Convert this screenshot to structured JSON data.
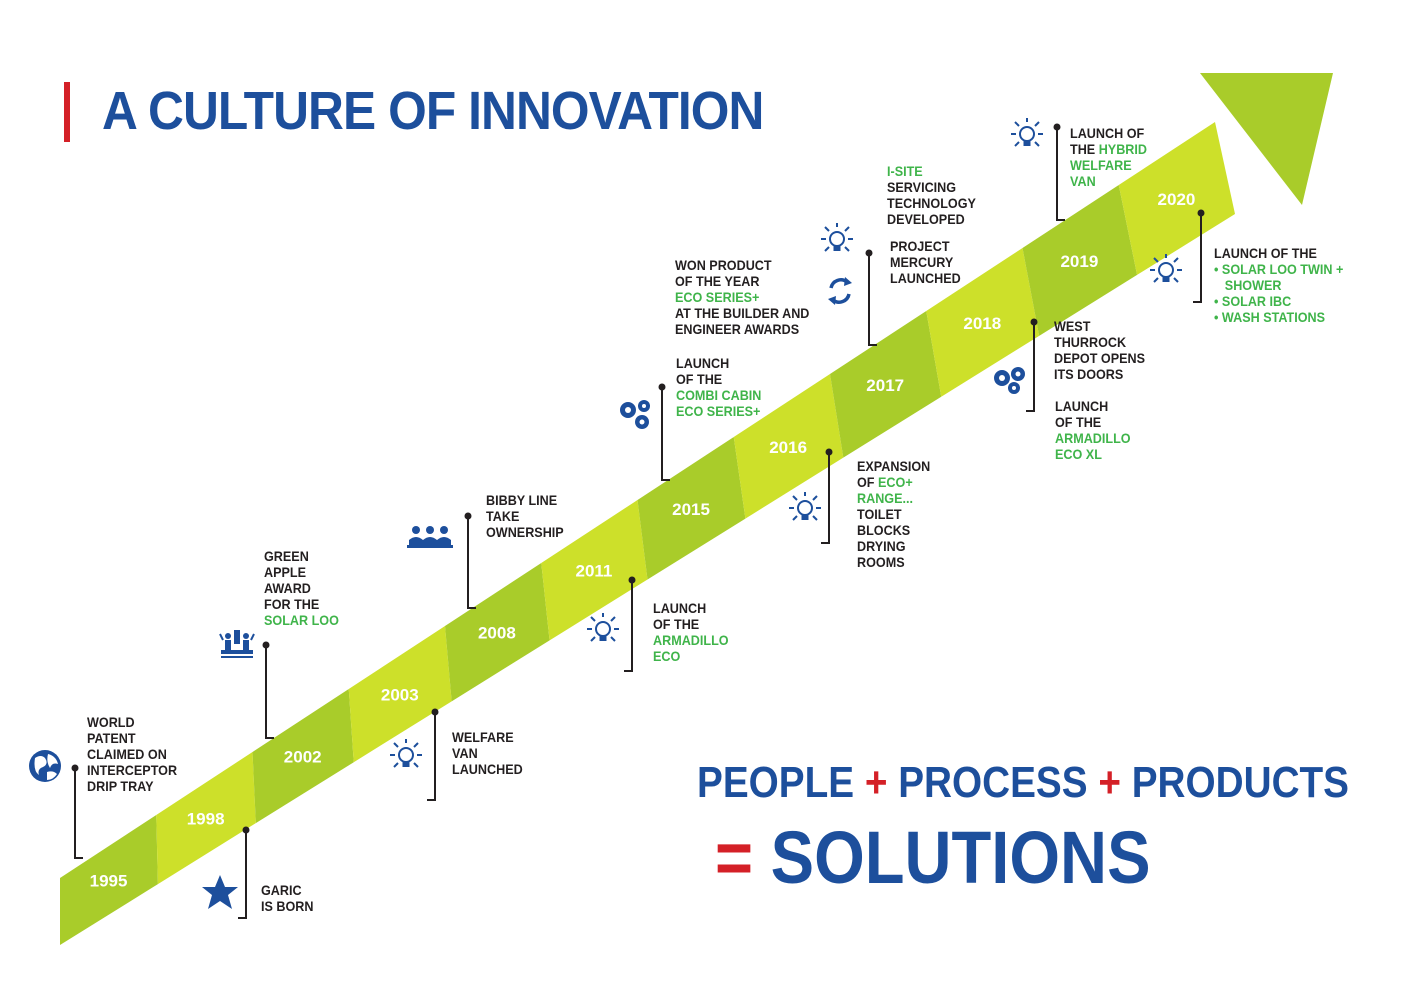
{
  "title": "A CULTURE OF INNOVATION",
  "tagline": {
    "word1": "PEOPLE",
    "plus1": "+",
    "word2": "PROCESS",
    "plus2": "+",
    "word3": "PRODUCTS",
    "equals": "=",
    "result": "SOLUTIONS"
  },
  "colors": {
    "blue": "#1d4f9c",
    "red": "#d42027",
    "green_text": "#3fb44a",
    "arrow_light": "#cde02a",
    "arrow_dark": "#a9cc2a"
  },
  "years": [
    "1995",
    "1998",
    "2002",
    "2003",
    "2008",
    "2011",
    "2015",
    "2016",
    "2017",
    "2018",
    "2019",
    "2020"
  ],
  "events": {
    "e1995": [
      "WORLD",
      "PATENT",
      "CLAIMED ON",
      "INTERCEPTOR",
      "DRIP TRAY"
    ],
    "e1998": [
      "GARIC",
      "IS BORN"
    ],
    "e2002": [
      "GREEN",
      "APPLE",
      "AWARD",
      "FOR THE",
      "SOLAR LOO"
    ],
    "e2003": [
      "WELFARE",
      "VAN",
      "LAUNCHED"
    ],
    "e2008": [
      "BIBBY LINE",
      "TAKE",
      "OWNERSHIP"
    ],
    "e2011": [
      "LAUNCH",
      "OF THE",
      "ARMADILLO",
      "ECO"
    ],
    "e2015": [
      "LAUNCH",
      "OF THE",
      "COMBI CABIN",
      "ECO SERIES+"
    ],
    "e2016a": [
      "WON PRODUCT",
      "OF THE YEAR",
      "ECO SERIES+",
      "AT THE BUILDER AND",
      "ENGINEER AWARDS"
    ],
    "e2016b": [
      "EXPANSION",
      "OF ECO+",
      "RANGE...",
      "TOILET",
      "BLOCKS",
      "DRYING",
      "ROOMS"
    ],
    "e2017a": [
      "I-SITE",
      "SERVICING",
      "TECHNOLOGY",
      "DEVELOPED"
    ],
    "e2017b": [
      "PROJECT",
      "MERCURY",
      "LAUNCHED"
    ],
    "e2018a": [
      "WEST",
      "THURROCK",
      "DEPOT OPENS",
      "ITS DOORS"
    ],
    "e2018b": [
      "LAUNCH",
      "OF THE",
      "ARMADILLO",
      "ECO XL"
    ],
    "e2019_l1": "LAUNCH OF",
    "e2019_l2a": "THE ",
    "e2019_l2b": "HYBRID",
    "e2019_l3": "WELFARE",
    "e2019_l4": "VAN",
    "e2020": [
      "LAUNCH OF THE",
      "• SOLAR LOO TWIN +",
      "SHOWER",
      "• SOLAR IBC",
      "• WASH STATIONS"
    ]
  },
  "icons": [
    "globe-icon",
    "star-icon",
    "trophy-people-icon",
    "lightbulb-icon",
    "team-icon",
    "gears-icon",
    "refresh-icon"
  ]
}
